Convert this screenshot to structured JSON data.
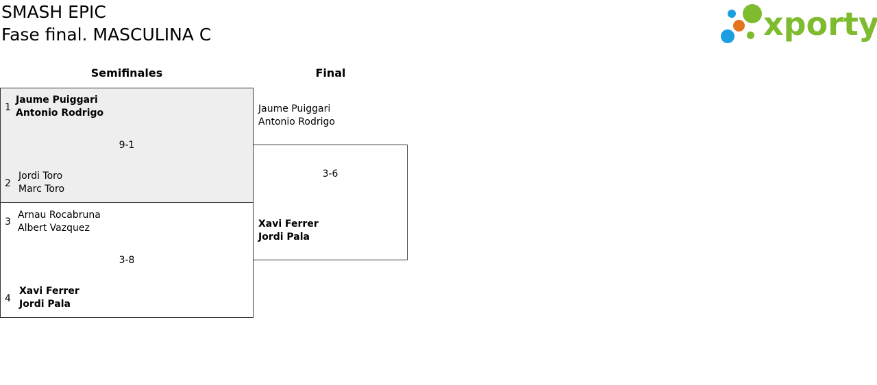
{
  "header": {
    "line1": "SMASH EPIC",
    "line2": "Fase final. MASCULINA C"
  },
  "logo": {
    "text": "xporty",
    "colors": {
      "green": "#7fbb2e",
      "orange": "#e5721c",
      "blue": "#1c9ee0"
    }
  },
  "rounds": [
    "Semifinales",
    "Final"
  ],
  "semifinals": [
    {
      "highlighted": true,
      "score": "9-1",
      "top": {
        "seed": "1",
        "player1": "Jaume Puiggari",
        "player2": "Antonio Rodrigo",
        "winner": true
      },
      "bottom": {
        "seed": "2",
        "player1": "Jordi Toro",
        "player2": "Marc Toro",
        "winner": false
      }
    },
    {
      "highlighted": false,
      "score": "3-8",
      "top": {
        "seed": "3",
        "player1": "Arnau Rocabruna",
        "player2": "Albert Vazquez",
        "winner": false
      },
      "bottom": {
        "seed": "4",
        "player1": "Xavi Ferrer",
        "player2": "Jordi Pala",
        "winner": true
      }
    }
  ],
  "final": {
    "score": "3-6",
    "top": {
      "player1": "Jaume Puiggari",
      "player2": "Antonio Rodrigo",
      "winner": false
    },
    "bottom": {
      "player1": "Xavi Ferrer",
      "player2": "Jordi Pala",
      "winner": true
    }
  }
}
